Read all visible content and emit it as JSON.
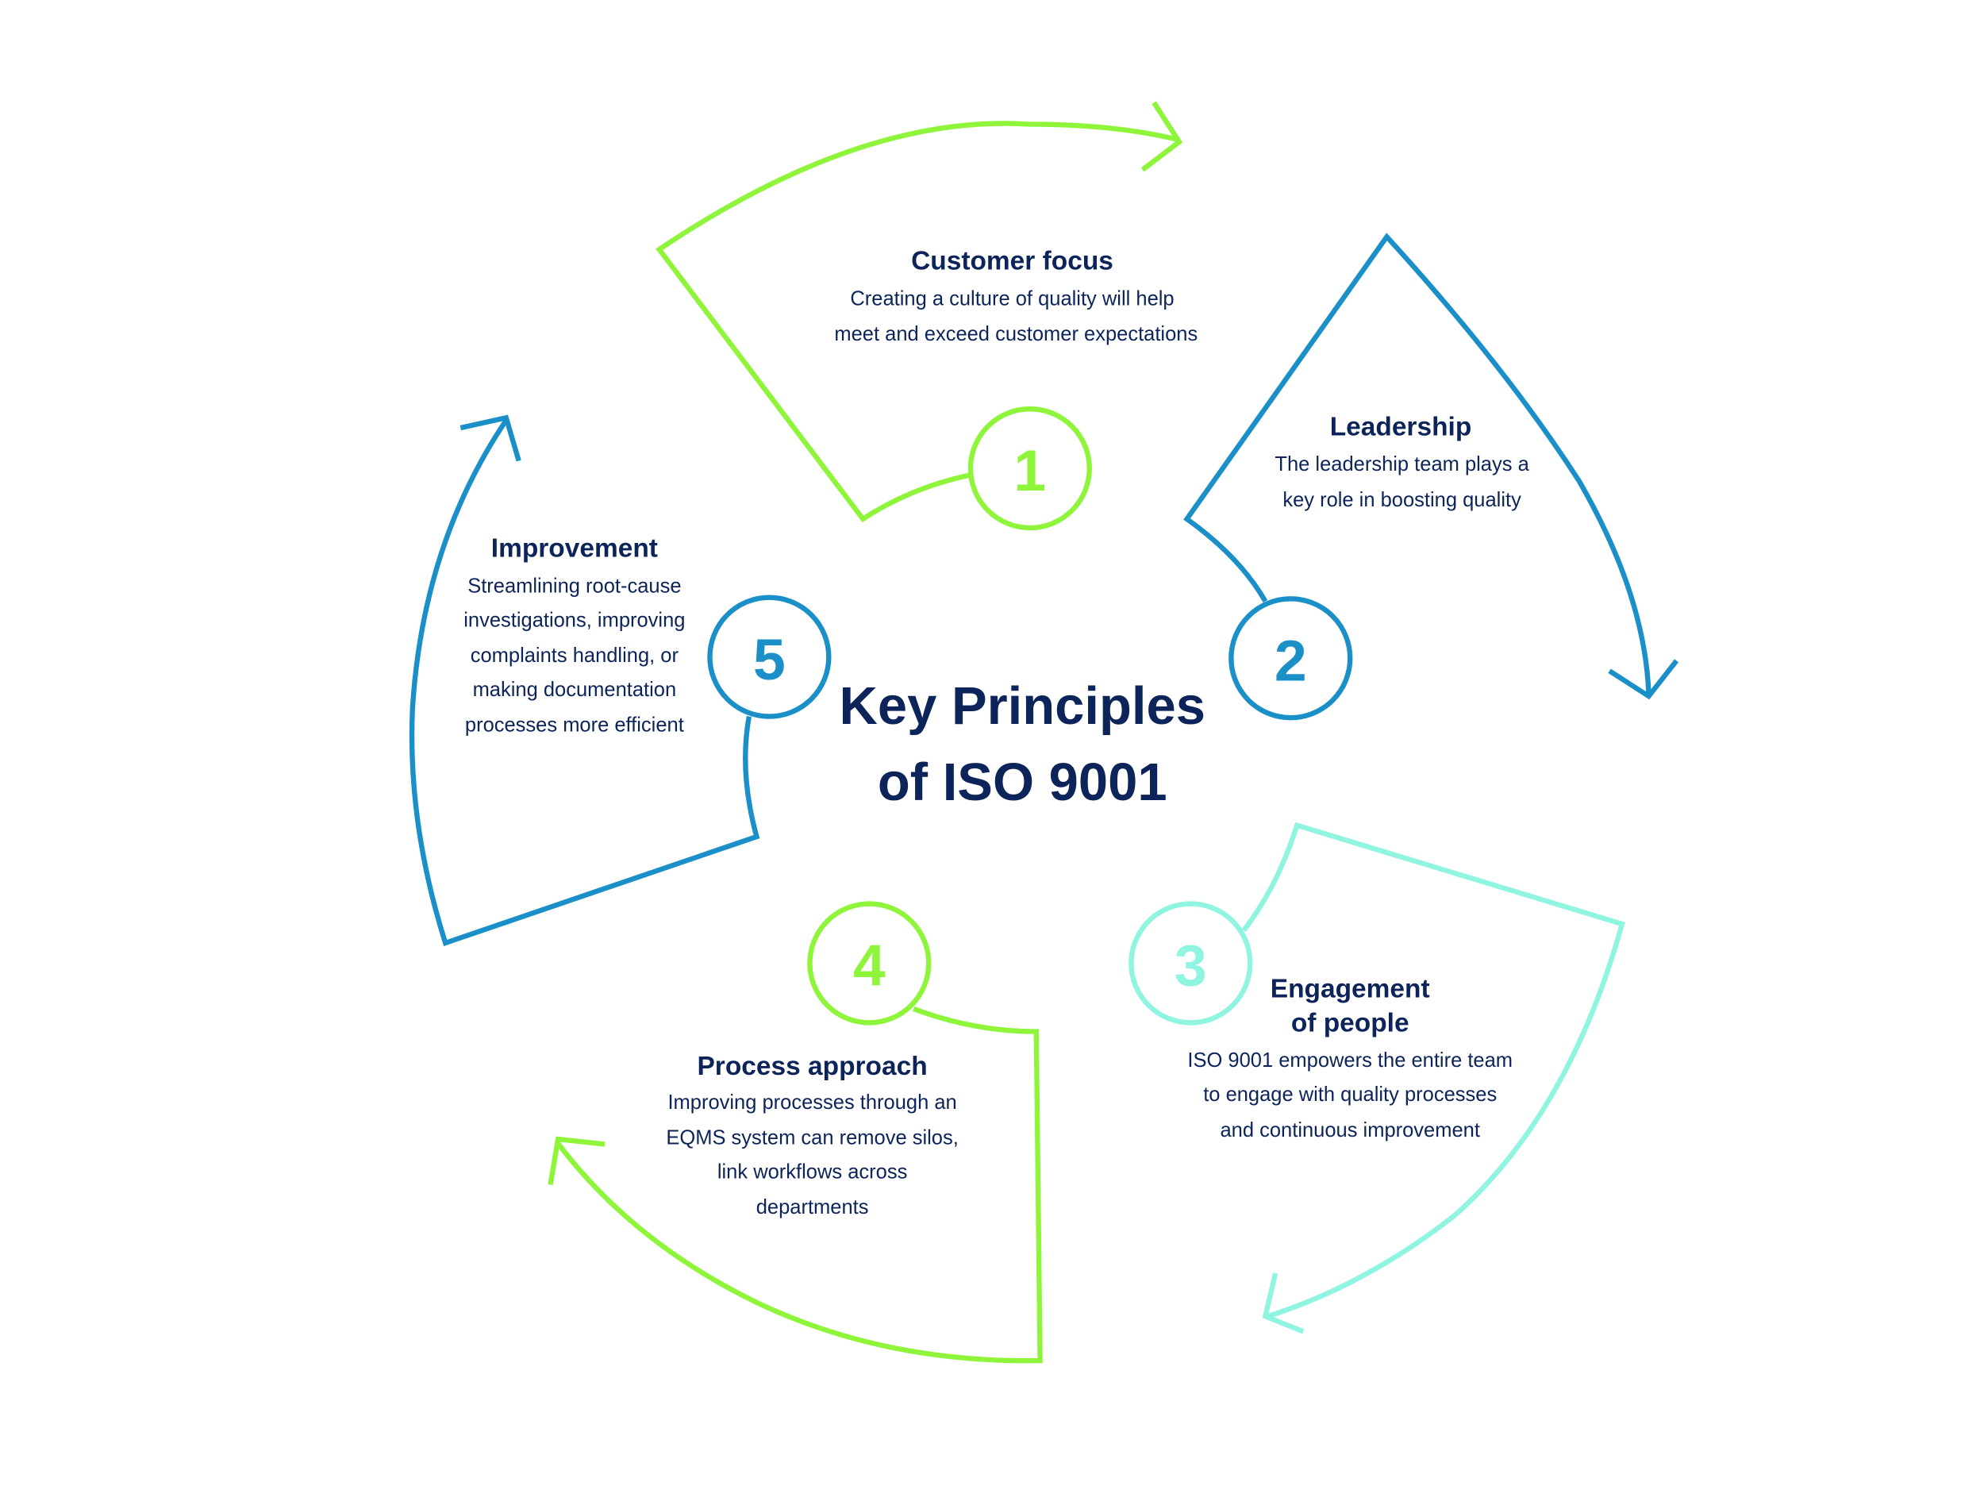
{
  "title": {
    "line1": "Key Principles",
    "line2": "of ISO 9001"
  },
  "colors": {
    "green": "#8ef53a",
    "blue": "#1a8fc8",
    "aqua": "#8ff5e0",
    "navy": "#0c2459"
  },
  "principles": [
    {
      "number": "1",
      "heading": [
        "Customer focus"
      ],
      "lines": [
        "Creating a culture of quality will help",
        "meet and exceed customer expectations"
      ],
      "color": "green",
      "arrow_icon": "arrow-right"
    },
    {
      "number": "2",
      "heading": [
        "Leadership"
      ],
      "lines": [
        "The leadership team plays a",
        "key role in boosting quality"
      ],
      "color": "blue",
      "arrow_icon": "arrow-down"
    },
    {
      "number": "3",
      "heading": [
        "Engagement",
        "of people"
      ],
      "lines": [
        "ISO 9001 empowers the entire team",
        "to engage with quality processes",
        "and continuous improvement"
      ],
      "color": "aqua",
      "arrow_icon": "arrow-down-left"
    },
    {
      "number": "4",
      "heading": [
        "Process approach"
      ],
      "lines": [
        "Improving processes through an",
        "EQMS system can remove silos,",
        "link workflows across",
        "departments"
      ],
      "color": "green",
      "arrow_icon": "arrow-up-left"
    },
    {
      "number": "5",
      "heading": [
        "Improvement"
      ],
      "lines": [
        "Streamlining root-cause",
        "investigations, improving",
        "complaints handling, or",
        "making documentation",
        "processes more efficient"
      ],
      "color": "blue",
      "arrow_icon": "arrow-up"
    }
  ]
}
